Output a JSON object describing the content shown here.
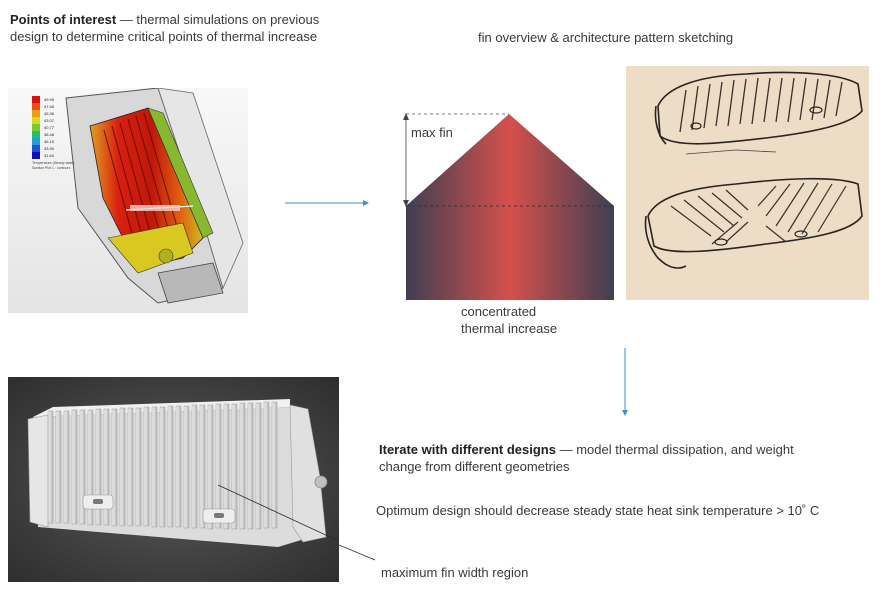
{
  "intro": {
    "title": "Points of interest",
    "text": " — thermal simulations on previous design to determine critical points of thermal increase"
  },
  "fin_overview": {
    "caption": "fin overview & architecture pattern sketching"
  },
  "diagram": {
    "max_label": "max fin",
    "bottom_label": "concentrated thermal increase",
    "gradient": {
      "edge": "#3f3f52",
      "center": "#d5504c"
    }
  },
  "sim": {
    "legend_values": [
      "49.95",
      "47.65",
      "45.36",
      "43.07",
      "40.77",
      "38.48",
      "36.19",
      "33.90",
      "31.60"
    ],
    "legend_caption1": "Temperature (Steady state)",
    "legend_caption2": "Surface Plot 1 : contours"
  },
  "iterate": {
    "title": "Iterate with different designs",
    "text": " — model thermal dissipation, and weight change from different geometries"
  },
  "optimum": {
    "text": "Optimum design should decrease steady state heat sink temperature > 10˚ C"
  },
  "render": {
    "callout": "maximum fin width region"
  },
  "colors": {
    "arrow": "#3a8fd6"
  }
}
